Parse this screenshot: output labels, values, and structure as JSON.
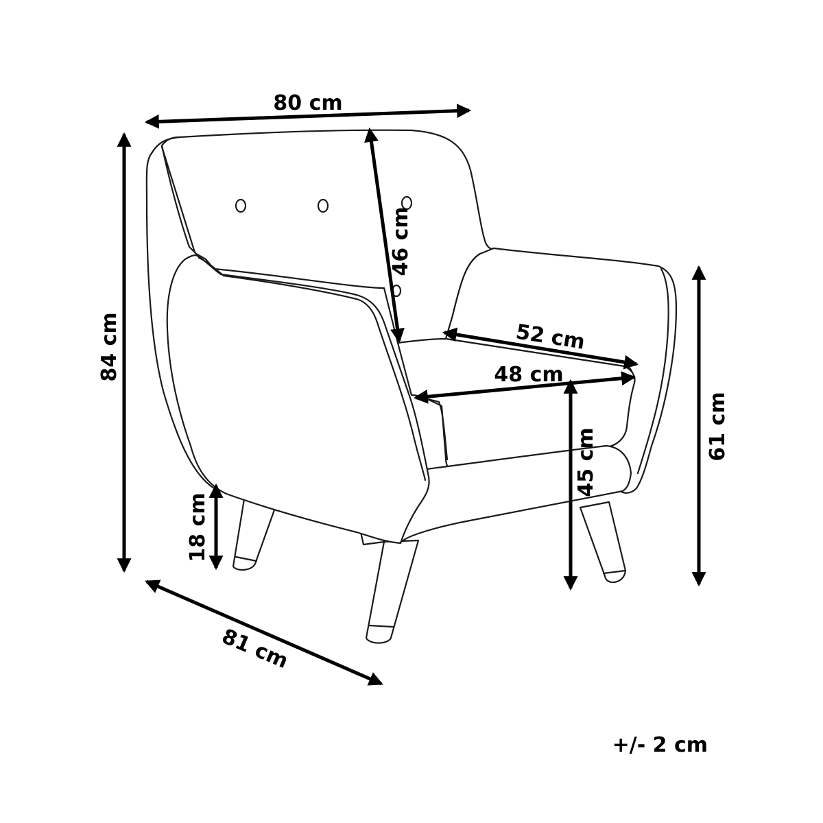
{
  "dimensions": {
    "width_top": "80 cm",
    "backrest": "46 cm",
    "total_height": "84 cm",
    "seat_depth": "52 cm",
    "seat_width": "48 cm",
    "arm_height": "61 cm",
    "seat_height": "45 cm",
    "leg_height": "18 cm",
    "depth": "81 cm"
  },
  "tolerance": "+/- 2 cm"
}
